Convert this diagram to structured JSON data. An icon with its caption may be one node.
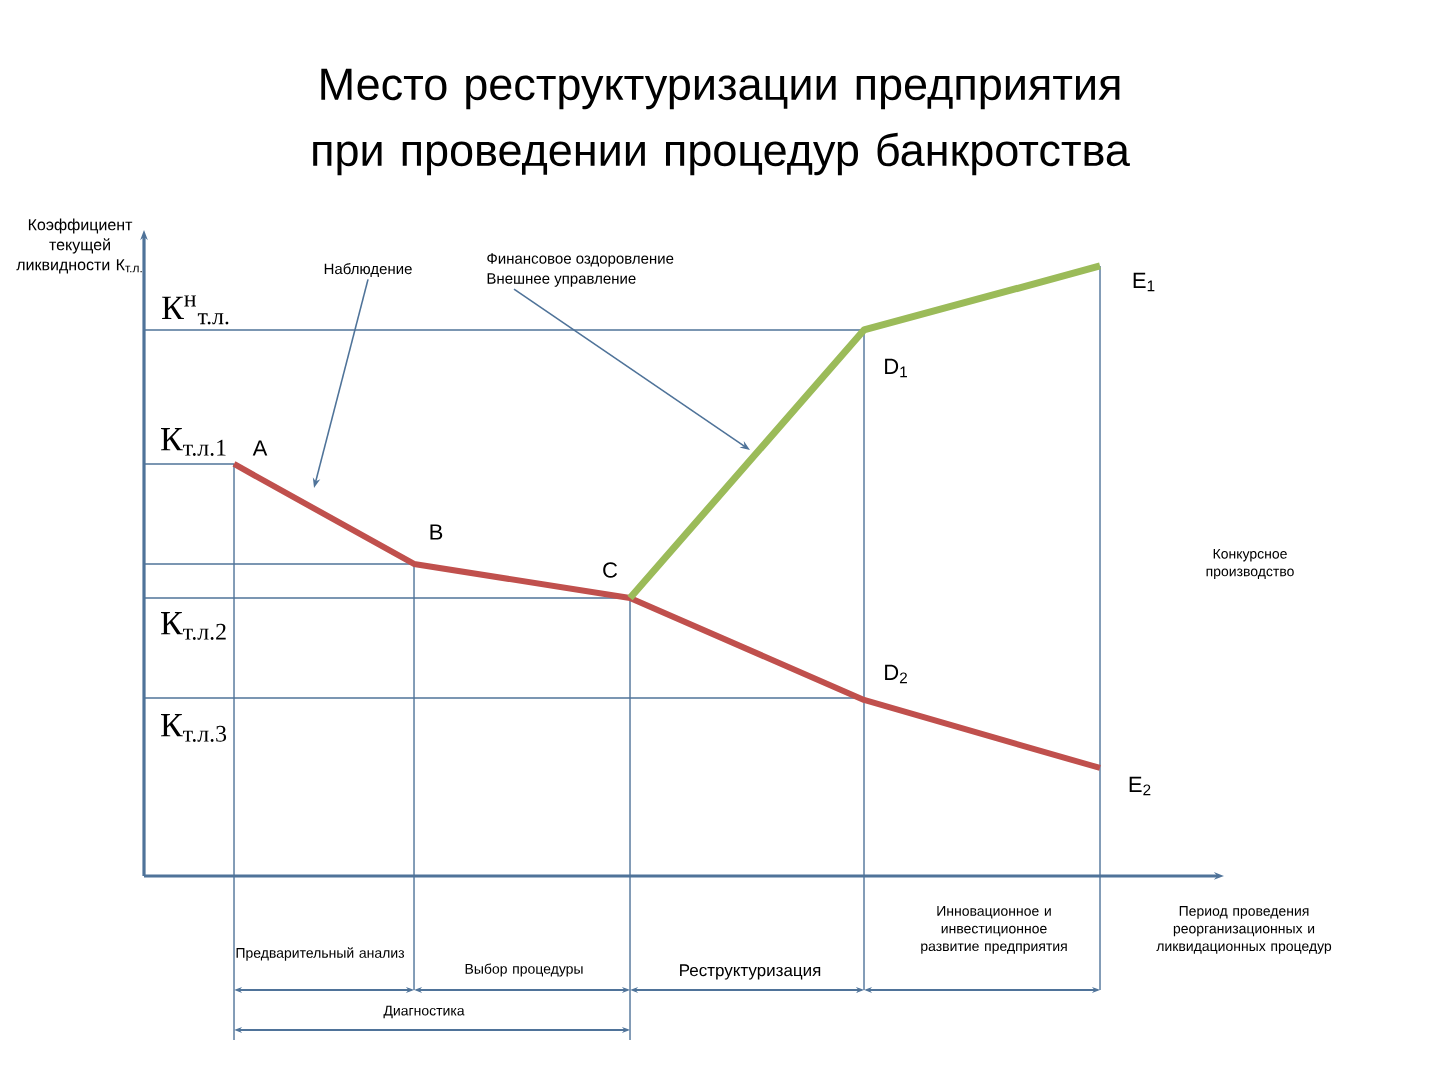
{
  "diagram": {
    "title": "Место реструктуризации предприятия при проведении процедур банкротства",
    "nodes": [
      {
        "text": [
          "Наблюдение"
        ]
      },
      {
        "text": [
          "Финансовое оздоровление",
          "Внешнее управление"
        ]
      }
    ],
    "edges": [
      {
        "from": 0,
        "to": null,
        "arrow": "to"
      },
      {
        "from": 1,
        "to": null,
        "arrow": "to"
      }
    ],
    "labels": [
      "Коэффициент текущей ликвидности К$_{т.л.}$",
      "К$^{н}$$_{т.л.}$",
      "E$_{1}$",
      "D$_{1}$",
      "К$_{т.л.1}$",
      "A",
      "B",
      "C",
      "Конкурсное производство",
      "К$_{т.л.2}$",
      "D$_{2}$",
      "К$_{т.л.3}$",
      "E$_{2}$",
      "Инновационное и инвестиционное развитие предприятия",
      "Период проведения реорганизационных и ликвидационных процедур",
      "Предварительный анализ",
      "Выбор процедуры",
      "Реструктуризация",
      "Диагностика"
    ]
  }
}
